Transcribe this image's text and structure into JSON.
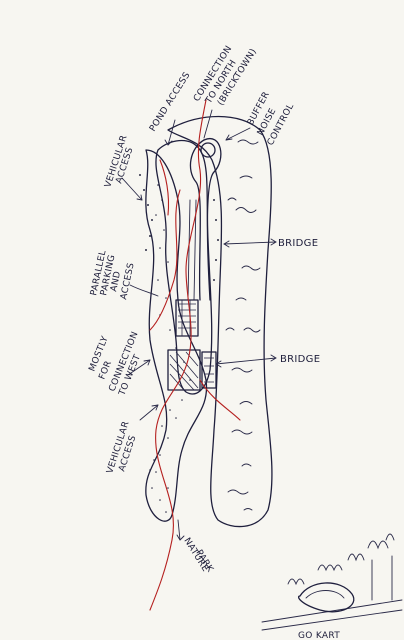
{
  "labels": {
    "pond_access": "POND ACCESS",
    "connection_north_1": "CONNECTION",
    "connection_north_2": "TO NORTH",
    "connection_north_3": "(BRICKTOWN)",
    "buffer_1": "BUFFER",
    "buffer_2": "NOISE",
    "buffer_3": "CONTROL",
    "vehicular_access_top_1": "VEHICULAR",
    "vehicular_access_top_2": "ACCESS",
    "parallel_1": "PARALLEL",
    "parallel_2": "PARKING",
    "parallel_3": "AND",
    "parallel_4": "ACCESS",
    "bridge_upper": "BRIDGE",
    "bridge_lower": "BRIDGE",
    "mostly_1": "MOSTLY",
    "mostly_2": "FOR",
    "mostly_3": "CONNECTION",
    "mostly_4": "TO WEST",
    "vehicular_access_bottom_1": "VEHICULAR",
    "vehicular_access_bottom_2": "ACCESS",
    "nature_park_1": "NATURE",
    "nature_park_2": "PARK",
    "go_kart": "GO KART"
  },
  "colors": {
    "ink": "#1f1f3d",
    "red_path": "#b5201f",
    "paper": "#f7f6f1"
  }
}
